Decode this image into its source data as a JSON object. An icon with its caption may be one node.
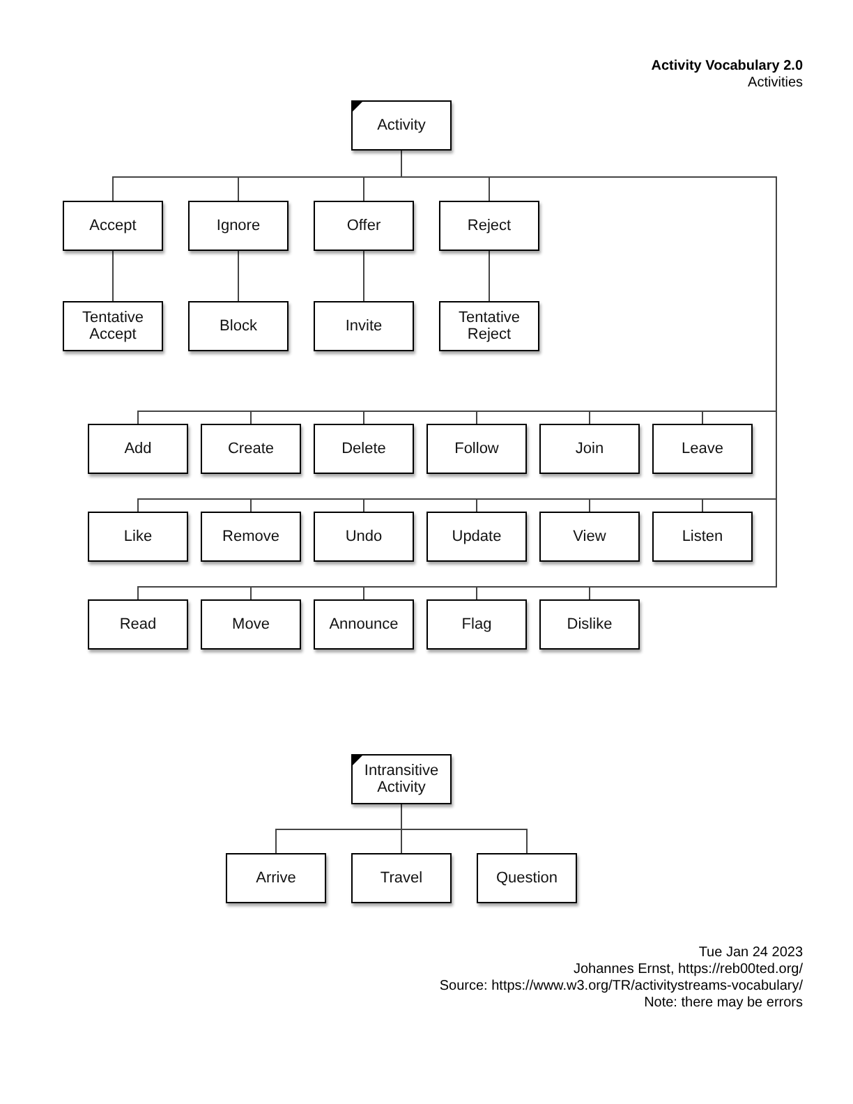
{
  "diagram": {
    "title": "Activity Vocabulary 2.0",
    "nodes": [
      {
        "text": [
          "Activity"
        ]
      },
      {
        "text": [
          "Accept"
        ]
      },
      {
        "text": [
          "Ignore"
        ]
      },
      {
        "text": [
          "Offer"
        ]
      },
      {
        "text": [
          "Reject"
        ]
      },
      {
        "text": [
          "Tentative Accept"
        ]
      },
      {
        "text": [
          "Block"
        ]
      },
      {
        "text": [
          "Invite"
        ]
      },
      {
        "text": [
          "Tentative Reject"
        ]
      },
      {
        "text": [
          "Add"
        ]
      },
      {
        "text": [
          "Create"
        ]
      },
      {
        "text": [
          "Delete"
        ]
      },
      {
        "text": [
          "Follow"
        ]
      },
      {
        "text": [
          "Join"
        ]
      },
      {
        "text": [
          "Leave"
        ]
      },
      {
        "text": [
          "Like"
        ]
      },
      {
        "text": [
          "Remove"
        ]
      },
      {
        "text": [
          "Undo"
        ]
      },
      {
        "text": [
          "Update"
        ]
      },
      {
        "text": [
          "View"
        ]
      },
      {
        "text": [
          "Listen"
        ]
      },
      {
        "text": [
          "Read"
        ]
      },
      {
        "text": [
          "Move"
        ]
      },
      {
        "text": [
          "Announce"
        ]
      },
      {
        "text": [
          "Flag"
        ]
      },
      {
        "text": [
          "Dislike"
        ]
      },
      {
        "text": [
          "Intransitive Activity"
        ]
      },
      {
        "text": [
          "Arrive"
        ]
      },
      {
        "text": [
          "Travel"
        ]
      },
      {
        "text": [
          "Question"
        ]
      }
    ],
    "edges": [
      {
        "from": 0,
        "to": 1,
        "arrow": "none"
      },
      {
        "from": 0,
        "to": 2,
        "arrow": "none"
      },
      {
        "from": 0,
        "to": 3,
        "arrow": "none"
      },
      {
        "from": 0,
        "to": 4,
        "arrow": "none"
      },
      {
        "from": 1,
        "to": 5,
        "arrow": "none"
      },
      {
        "from": 2,
        "to": 6,
        "arrow": "none"
      },
      {
        "from": 3,
        "to": 7,
        "arrow": "none"
      },
      {
        "from": 4,
        "to": 8,
        "arrow": "none"
      },
      {
        "from": 0,
        "to": 9,
        "arrow": "none"
      },
      {
        "from": 0,
        "to": 10,
        "arrow": "none"
      },
      {
        "from": 0,
        "to": 11,
        "arrow": "none"
      },
      {
        "from": 0,
        "to": 12,
        "arrow": "none"
      },
      {
        "from": 0,
        "to": 13,
        "arrow": "none"
      },
      {
        "from": 0,
        "to": 14,
        "arrow": "none"
      },
      {
        "from": 0,
        "to": 15,
        "arrow": "none"
      },
      {
        "from": 0,
        "to": 16,
        "arrow": "none"
      },
      {
        "from": 0,
        "to": 17,
        "arrow": "none"
      },
      {
        "from": 0,
        "to": 18,
        "arrow": "none"
      },
      {
        "from": 0,
        "to": 19,
        "arrow": "none"
      },
      {
        "from": 0,
        "to": 20,
        "arrow": "none"
      },
      {
        "from": 0,
        "to": 21,
        "arrow": "none"
      },
      {
        "from": 0,
        "to": 22,
        "arrow": "none"
      },
      {
        "from": 0,
        "to": 23,
        "arrow": "none"
      },
      {
        "from": 0,
        "to": 24,
        "arrow": "none"
      },
      {
        "from": 0,
        "to": 25,
        "arrow": "none"
      },
      {
        "from": 26,
        "to": 27,
        "arrow": "none"
      },
      {
        "from": 26,
        "to": 28,
        "arrow": "none"
      },
      {
        "from": 26,
        "to": 29,
        "arrow": "none"
      }
    ],
    "labels": [
      "Activities",
      "Tue Jan 24 2023",
      "Johannes Ernst, https://reb00ted.org/",
      "Source: https://www.w3.org/TR/activitystreams-vocabulary/",
      "Note: there may be errors"
    ]
  }
}
